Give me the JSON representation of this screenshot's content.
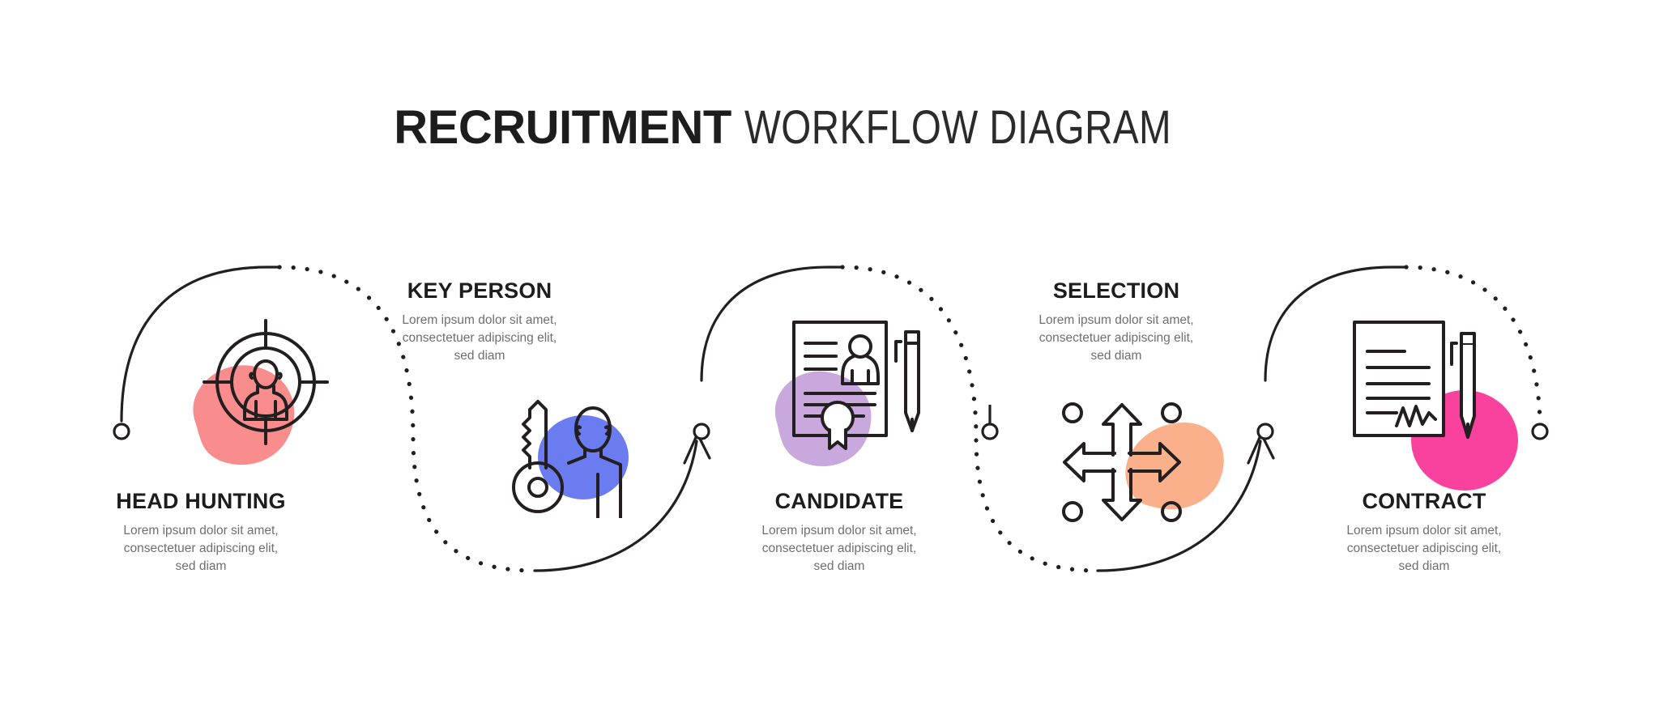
{
  "title": {
    "bold": "RECRUITMENT",
    "light": "WORKFLOW DIAGRAM"
  },
  "steps": [
    {
      "id": "head-hunting",
      "title": "HEAD HUNTING",
      "desc": "Lorem ipsum dolor sit amet,\nconsectetuer adipiscing elit,\nsed diam",
      "icon": "target-person-icon",
      "blob_color": "#F98D8D",
      "position": "below"
    },
    {
      "id": "key-person",
      "title": "KEY PERSON",
      "desc": "Lorem ipsum dolor sit amet,\nconsectetuer adipiscing elit,\nsed diam",
      "icon": "key-person-icon",
      "blob_color": "#6B7CF0",
      "position": "above"
    },
    {
      "id": "candidate",
      "title": "CANDIDATE",
      "desc": "Lorem ipsum dolor sit amet,\nconsectetuer adipiscing elit,\nsed diam",
      "icon": "cv-document-pen-icon",
      "blob_color": "#C9A8DE",
      "position": "below"
    },
    {
      "id": "selection",
      "title": "SELECTION",
      "desc": "Lorem ipsum dolor sit amet,\nconsectetuer adipiscing elit,\nsed diam",
      "icon": "four-arrows-icon",
      "blob_color": "#FAB08A",
      "position": "above"
    },
    {
      "id": "contract",
      "title": "CONTRACT",
      "desc": "Lorem ipsum dolor sit amet,\nconsectetuer adipiscing elit,\nsed diam",
      "icon": "contract-signature-pen-icon",
      "blob_color": "#F9429E",
      "position": "below"
    }
  ],
  "style": {
    "stroke_color": "#231f20",
    "background": "#FFFFFF",
    "text_color": "#1d1d1d",
    "desc_color": "#6f6f6f"
  }
}
